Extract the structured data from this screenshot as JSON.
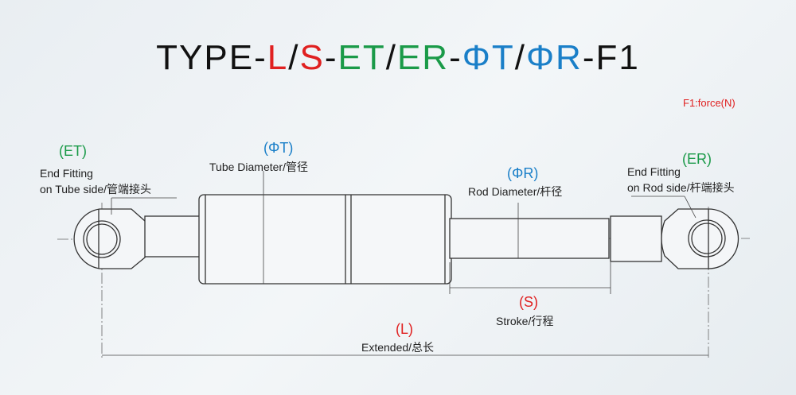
{
  "title": {
    "type": "TYPE",
    "dash1": "-",
    "L": "L",
    "slash1": "/",
    "S": "S",
    "dash2": "-",
    "ET": "ET",
    "slash2": "/",
    "ER": "ER",
    "dash3": "-",
    "PT": "ΦT",
    "slash3": "/",
    "PR": "ΦR",
    "dash4": "-",
    "F1": "F1"
  },
  "force_note": "F1:force(N)",
  "labels": {
    "et_code": "(ET)",
    "et_line1": "End Fitting",
    "et_line2": "on Tube side/管端接头",
    "pt_code": "(ΦT)",
    "pt_text": "Tube Diameter/管径",
    "pr_code": "(ΦR)",
    "pr_text": "Rod Diameter/杆径",
    "er_code": "(ER)",
    "er_line1": "End Fitting",
    "er_line2": "on Rod side/杆端接头",
    "s_code": "(S)",
    "s_text": "Stroke/行程",
    "l_code": "(L)",
    "l_text": "Extended/总长"
  },
  "colors": {
    "red": "#e02020",
    "green": "#1a9a48",
    "blue": "#1a7fc8"
  }
}
